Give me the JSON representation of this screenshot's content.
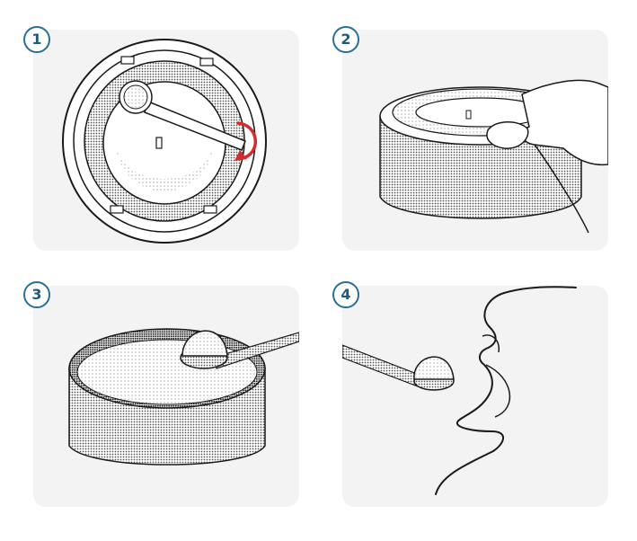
{
  "steps": [
    {
      "number": "1",
      "icon": "unscrew-scoop-icon"
    },
    {
      "number": "2",
      "icon": "lift-lid-icon"
    },
    {
      "number": "3",
      "icon": "scoop-powder-icon"
    },
    {
      "number": "4",
      "icon": "take-dose-icon"
    }
  ],
  "colors": {
    "badge_border": "#2b6f95",
    "badge_text": "#1f5a7a",
    "panel_bg": "#f3f3f3",
    "arrow": "#d42a2a",
    "ink": "#1a1a1a"
  }
}
